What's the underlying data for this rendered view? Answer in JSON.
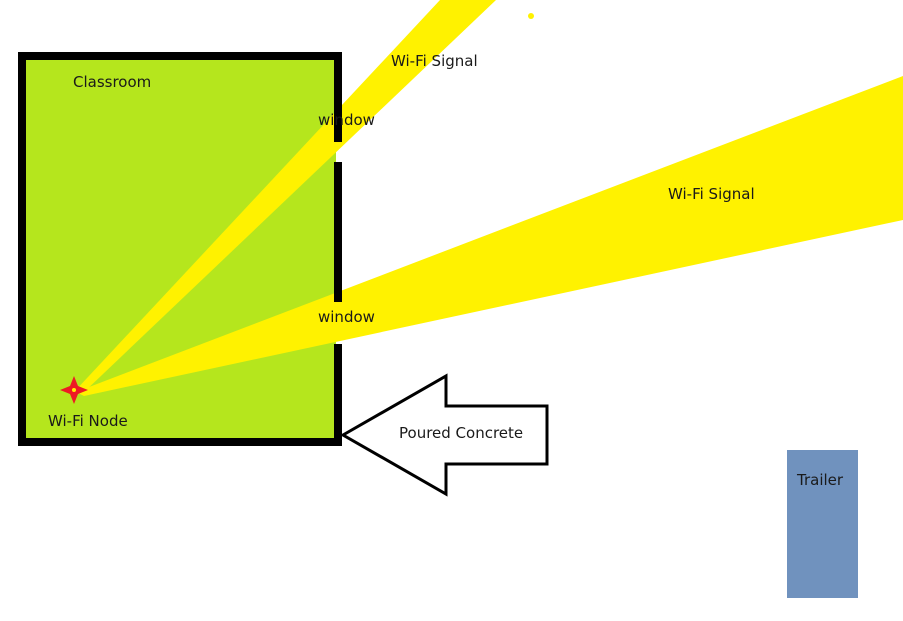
{
  "classroom": {
    "label": "Classroom",
    "fill": "#b5e61d",
    "wall_color": "#000000"
  },
  "windows": [
    {
      "label": "window"
    },
    {
      "label": "window"
    }
  ],
  "signals": [
    {
      "label": "Wi-Fi Signal"
    },
    {
      "label": "Wi-Fi Signal"
    }
  ],
  "signal_color": "#fff200",
  "node": {
    "label": "Wi-Fi Node",
    "color": "#ed1c24",
    "icon": "star-icon"
  },
  "arrow": {
    "label": "Poured Concrete"
  },
  "trailer": {
    "label": "Trailer",
    "fill": "#7092be"
  }
}
